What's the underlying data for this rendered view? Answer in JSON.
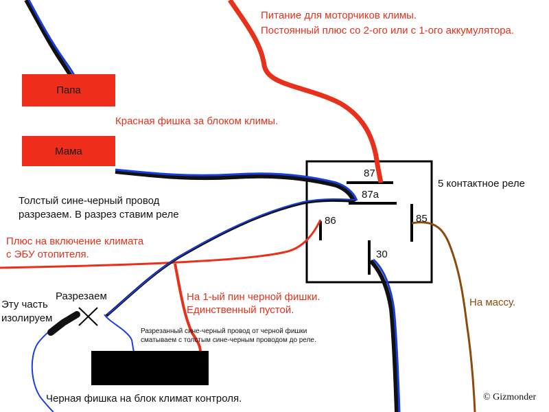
{
  "labels": {
    "power": "Питание для моторчиков климы.",
    "power2": "Постоянный плюс со 2-ого или с 1-ого аккумулятора.",
    "red_plug": "Красная фишка за блоком климы.",
    "thick1": "Толстый сине-черный провод",
    "thick2": "разрезаем. В разрез ставим реле",
    "plus1": "Плюс на включение климата",
    "plus2": "с ЭБУ отопителя.",
    "relay": "5 контактное реле",
    "pin1_1": "На 1-ый пин черной фишки.",
    "pin1_2": "Единственный пустой.",
    "cut": "Разрезаем",
    "iso1": "Эту часть",
    "iso2": "изолируем",
    "small1": "Разрезанный сине-черный провод от черной фишки",
    "small2": "сматываем с толстым сине-черным проводом до реле.",
    "black_plug": "Черная фишка на блок климат контроля.",
    "ground": "На массу.",
    "copyright": "© Gizmonder"
  },
  "boxes": {
    "papa": "Папа",
    "mama": "Мама"
  },
  "pins": {
    "p87": "87",
    "p87a": "87a",
    "p86": "86",
    "p85": "85",
    "p30": "30"
  },
  "colors": {
    "red_wire": "#e8301a",
    "blue_wire": "#1a3de0",
    "black_wire": "#111111",
    "brown_wire": "#8b4a0a"
  }
}
